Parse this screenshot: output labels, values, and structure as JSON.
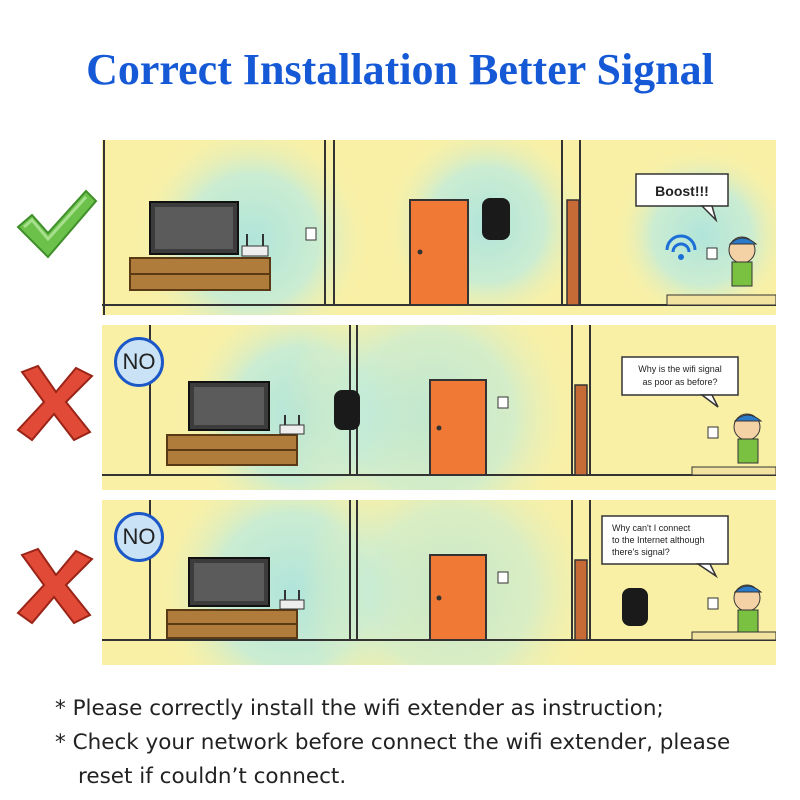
{
  "page": {
    "title": "Correct Installation Better Signal"
  },
  "panels": [
    {
      "status": "correct",
      "status_icon": "checkmark-icon",
      "badge": "",
      "speech": [
        "Boost!!!"
      ]
    },
    {
      "status": "wrong",
      "status_icon": "cross-icon",
      "badge": "NO",
      "speech": [
        "Why is the wifi signal",
        "as poor as before?"
      ]
    },
    {
      "status": "wrong",
      "status_icon": "cross-icon",
      "badge": "NO",
      "speech": [
        "Why can't I connect",
        "to the Internet although",
        "there's signal?"
      ]
    }
  ],
  "notes": [
    "* Please correctly install the wifi extender as instruction;",
    "* Check your network before connect the wifi extender, please",
    "reset if couldn’t connect."
  ],
  "colors": {
    "title": "#1659d6",
    "wall": "#f9f0a6",
    "signal": "#bfe8d8",
    "door": "#f07a35",
    "check": "#5fba3f",
    "cross": "#d93a2b",
    "badge_border": "#1c57c7"
  }
}
